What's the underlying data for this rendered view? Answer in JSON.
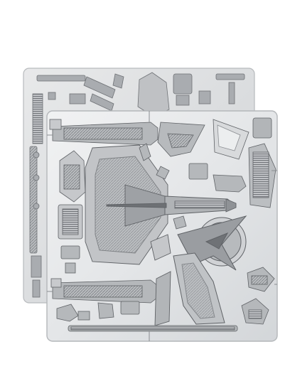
{
  "image": {
    "subject": "metal-model-kit-sheets",
    "sheets": [
      "back-sheet",
      "front-sheet"
    ],
    "colors": {
      "background": "#ffffff",
      "sheet_light": "#e9eaeb",
      "sheet_mid": "#d6d8da",
      "sheet_edge": "#bfc2c5",
      "part_dark": "#6e7175",
      "part_mid": "#a7aaae",
      "part_light": "#cfd1d3"
    }
  }
}
